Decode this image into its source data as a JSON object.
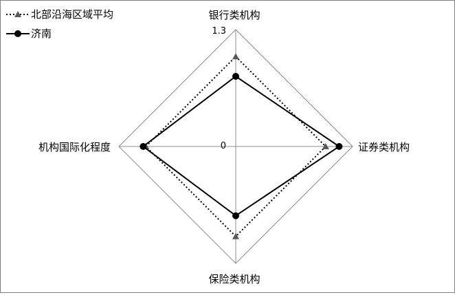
{
  "chart_data": {
    "type": "radar",
    "axes": [
      "银行类机构",
      "证券类机构",
      "保险类机构",
      "机构国际化程度"
    ],
    "range": [
      0,
      1.3
    ],
    "tick_labels": [
      "0",
      "1.3"
    ],
    "legend_position": "top-left",
    "series": [
      {
        "name": "北部沿海区域平均",
        "values": [
          1.0,
          1.0,
          1.0,
          1.0
        ],
        "color": "#000000",
        "line_style": "dotted",
        "marker": "triangle",
        "marker_color": "#595959"
      },
      {
        "name": "济南",
        "values": [
          0.78,
          1.15,
          0.77,
          1.03
        ],
        "color": "#000000",
        "line_style": "solid",
        "marker": "circle",
        "marker_color": "#000000"
      }
    ]
  }
}
